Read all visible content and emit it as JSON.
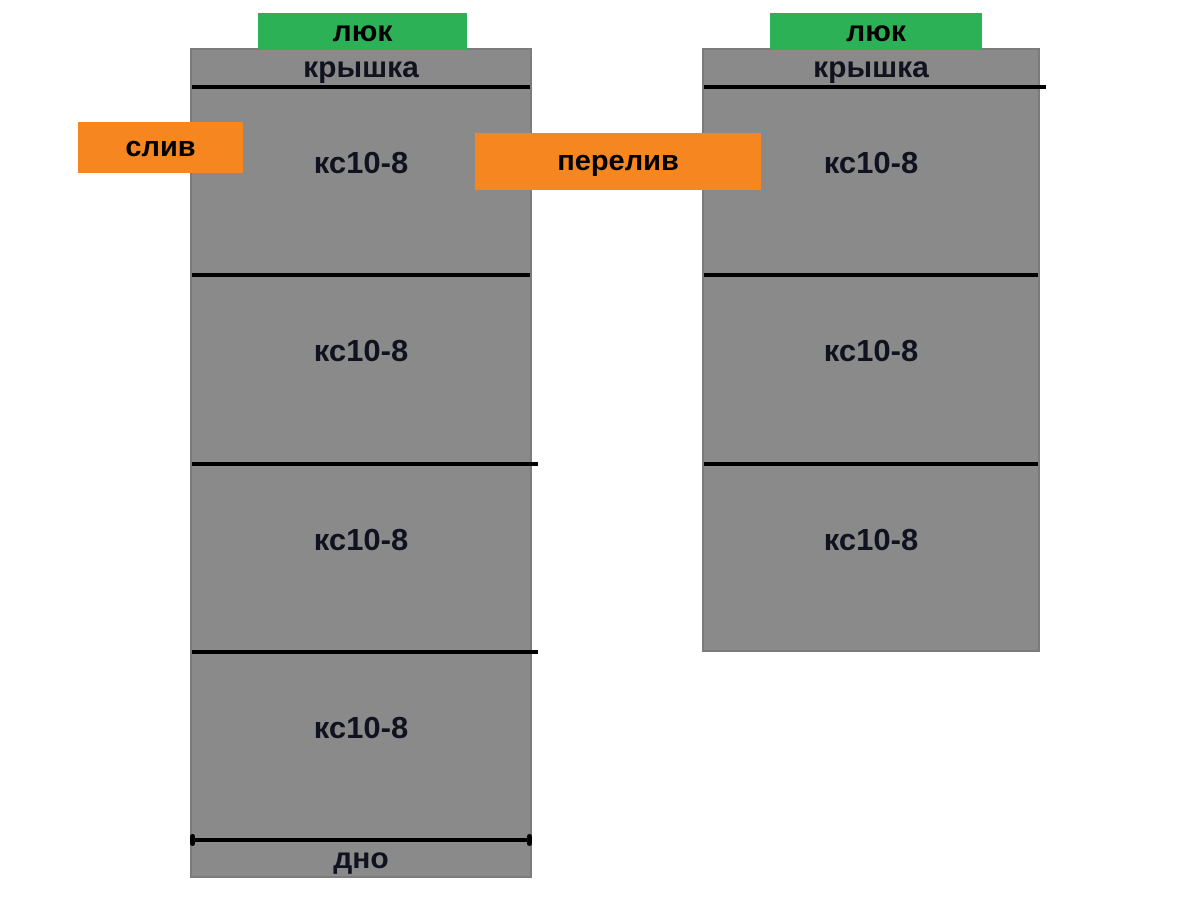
{
  "diagram": {
    "title": "septic-tank-concrete-ring-scheme",
    "colors": {
      "canvas_bg": "#ffffff",
      "ring_gray": "#8a8a8a",
      "hatch_green": "#2db157",
      "pipe_orange": "#f6861f",
      "line_black": "#000000",
      "text_dark": "#10131f"
    },
    "left_stack": {
      "hatch_label": "люк",
      "cover_label": "крышка",
      "rings": [
        {
          "label": "кс10-8"
        },
        {
          "label": "кс10-8"
        },
        {
          "label": "кс10-8"
        },
        {
          "label": "кс10-8"
        }
      ],
      "bottom_label": "дно"
    },
    "right_stack": {
      "hatch_label": "люк",
      "cover_label": "крышка",
      "rings": [
        {
          "label": "кс10-8"
        },
        {
          "label": "кс10-8"
        },
        {
          "label": "кс10-8"
        }
      ]
    },
    "labels": {
      "drain": "слив",
      "overflow": "перелив"
    }
  }
}
